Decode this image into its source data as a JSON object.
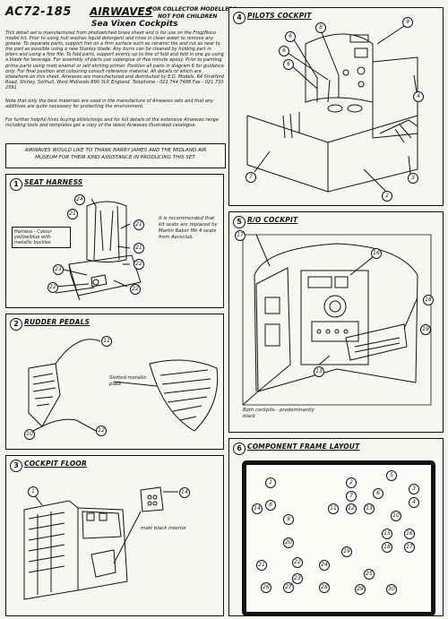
{
  "header": {
    "code": "AC72-185",
    "brand": "AIRWAVES",
    "tag_line1": "FOR COLLECTOR MODELLERS",
    "tag_line2": "NOT FOR CHILDREN",
    "subtitle": "Sea Vixen Cockpits"
  },
  "intro": {
    "para1": "This detail set is manufactured from photoetched brass sheet and is for use on the Frog/Novo model kit. Prior to using hull washes liquid detergent and rinse in clean water to remove any grease. To separate parts, support fret on a firm surface such as ceramic tile and cut as near to the part as possible using a new Stanley blade. Any burrs can be cleaned by holding part in pliers and using a fine file. To fold parts, support evenly up to line of fold and fold in one go using a blade for leverage. For assembly of parts use superglue or five minute epoxy. Prior to painting, prime parts using matt enamel or self etching primer. Position all parts in diagram 6 for guidance only. For final position and colouring consult reference material. All details of which are elsewhere on this sheet. Airwaves are manufactured and distributed by E.D. Models, 64 Stratford Road, Shirley, Solihull, West Midlands B90 3LP, England. Telephone - 021 744 7488 Fax - 021 733 2591",
    "para2": "Note that only the best materials are used in the manufacture of Airwaves sets and that any additives are quite necessary for protecting the environment.",
    "para3": "For further helpful hints buying all/etchings and for full details of the extensive Airwaves range including tools and templates get a copy of the latest Airwaves illustrated catalogue."
  },
  "thanks": "AIRWAVES WOULD LIKE TO THANK BARRY JAMES AND THE MIDLAND AIR MUSEUM FOR THEIR KIND ASSISTANCE IN PRODUCING THIS SET.",
  "panels": {
    "p1": {
      "num": "1",
      "title": "SEAT HARNESS"
    },
    "p2": {
      "num": "2",
      "title": "RUDDER PEDALS"
    },
    "p3": {
      "num": "3",
      "title": "COCKPIT FLOOR"
    },
    "p4": {
      "num": "4",
      "title": "PILOTS COCKPIT"
    },
    "p5": {
      "num": "5",
      "title": "R/O COCKPIT"
    },
    "p6": {
      "num": "6",
      "title": "COMPONENT FRAME LAYOUT"
    }
  },
  "notes": {
    "harness": "Harness - Colour yellow/blue with metallic buckles",
    "seats": "It is recommended that kit seats are replaced by Martin Baker Mk 4 seats from Aeroclub.",
    "pedal": "Slotted metallic plate",
    "floor": "matt black interior",
    "ro": "Both cockpits - predominantly black"
  },
  "callouts": {
    "p1": [
      "24",
      "21",
      "21",
      "21",
      "22",
      "23",
      "22",
      "22"
    ],
    "p2": [
      "11",
      "10",
      "12"
    ],
    "p3": [
      "1",
      "14"
    ],
    "p4": [
      "6",
      "8",
      "6",
      "6",
      "9",
      "4",
      "7",
      "3",
      "2"
    ],
    "p5": [
      "17",
      "18",
      "19",
      "13",
      "16"
    ],
    "p6": [
      "1",
      "2",
      "3",
      "4",
      "5",
      "6",
      "7",
      "8",
      "9",
      "10",
      "11",
      "12",
      "13",
      "14",
      "15",
      "16",
      "17",
      "18",
      "19",
      "20",
      "21",
      "22",
      "23",
      "24",
      "25",
      "26",
      "27",
      "28",
      "29",
      "30"
    ]
  },
  "icons": {
    "pointer": "leader-line-icon"
  }
}
